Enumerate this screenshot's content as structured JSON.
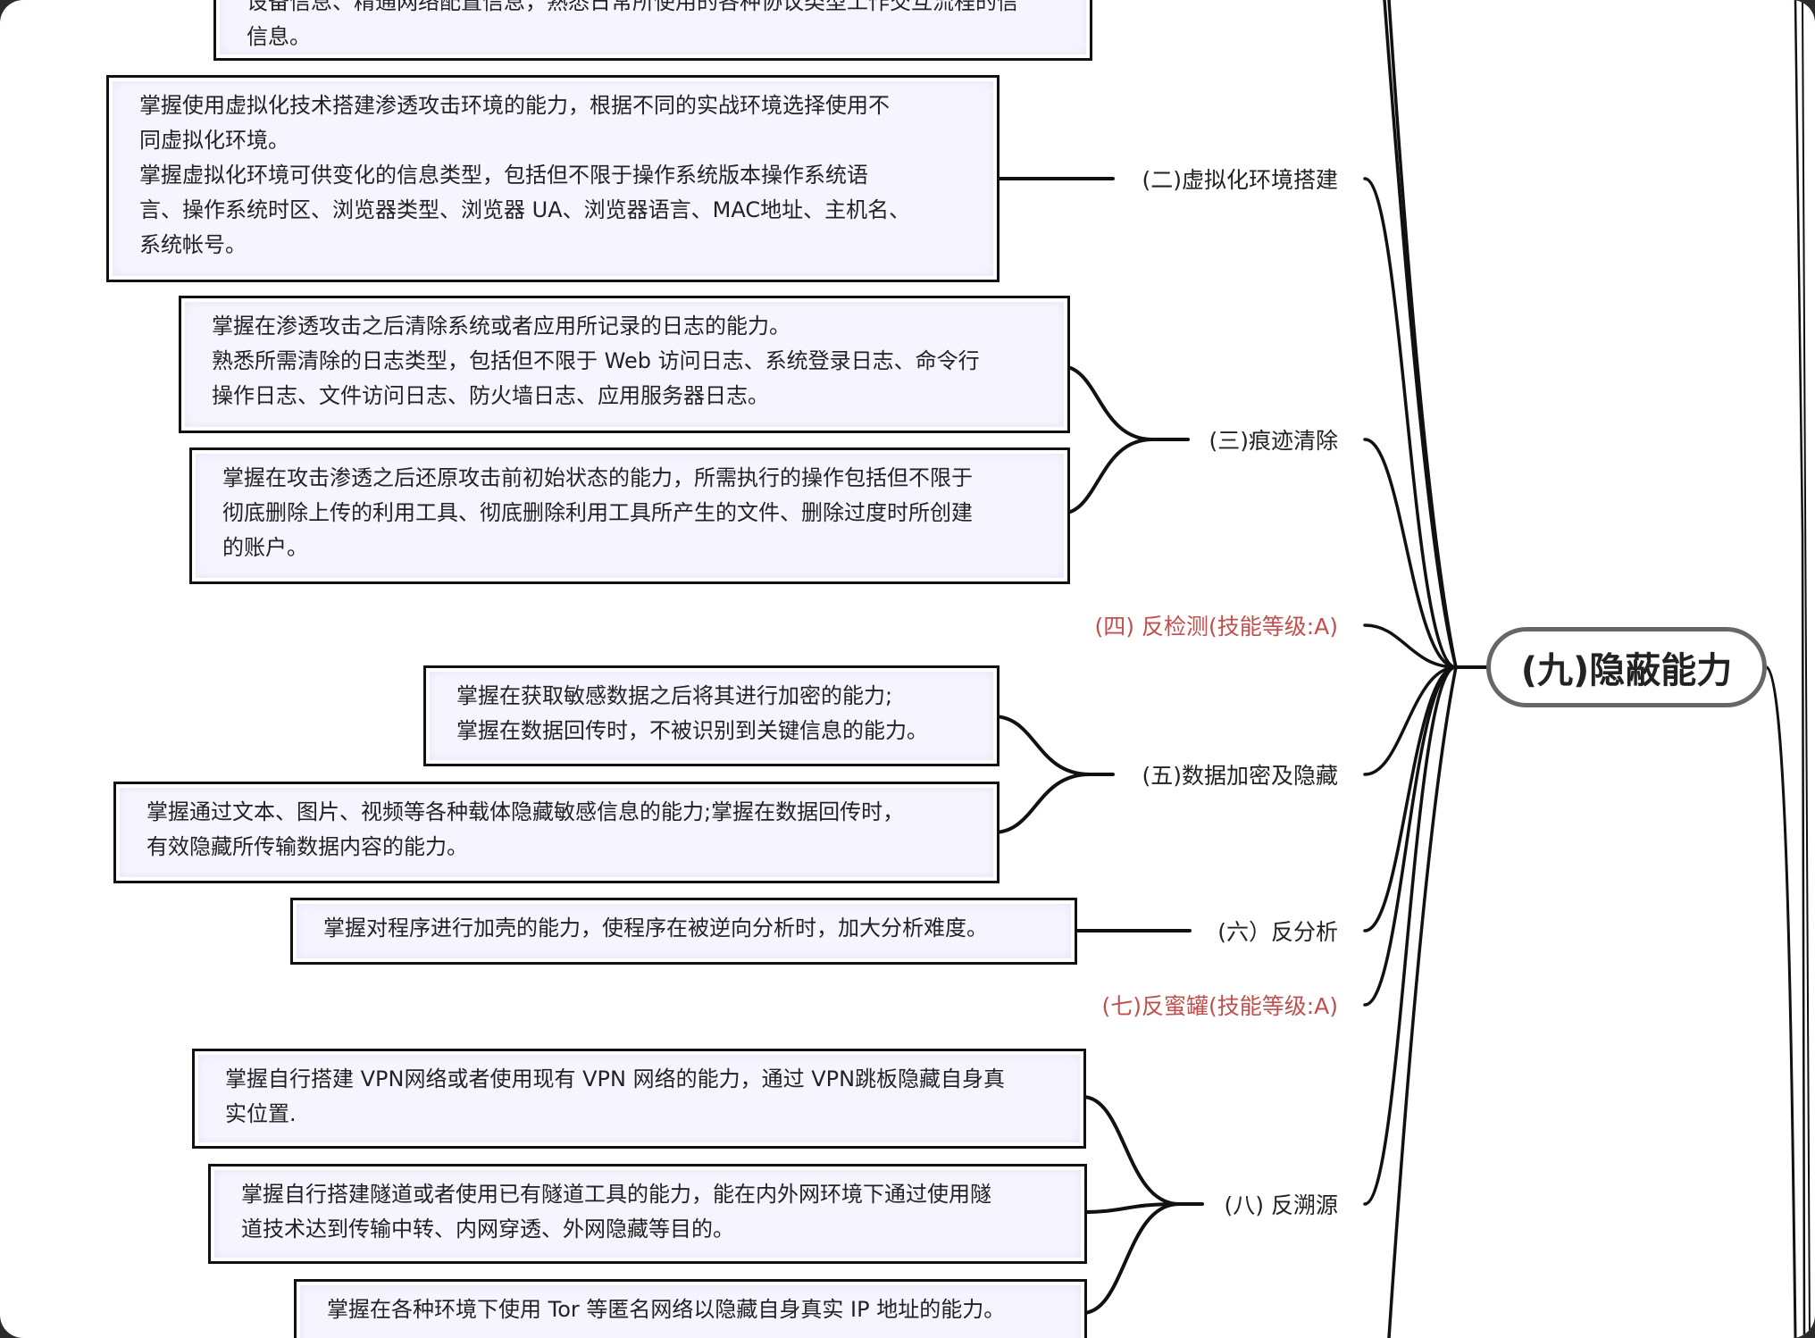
{
  "center": "(九)隐蔽能力",
  "top_partial": {
    "lines": [
      "设备信息、精通网络配置信息，熟悉日常所使用的各种协议类型工作交互流程的信",
      "信息。"
    ]
  },
  "branches": [
    {
      "key": "virtualization",
      "label": "(二)虚拟化环境搭建",
      "highlight": false,
      "boxes": [
        {
          "lines": [
            "掌握使用虚拟化技术搭建渗透攻击环境的能力，根据不同的实战环境选择使用不",
            "同虚拟化环境。",
            "掌握虚拟化环境可供变化的信息类型，包括但不限于操作系统版本操作系统语",
            "言、操作系统时区、浏览器类型、浏览器 UA、浏览器语言、MAC地址、主机名、",
            "系统帐号。"
          ]
        }
      ]
    },
    {
      "key": "trace-clear",
      "label": "(三)痕迹清除",
      "highlight": false,
      "boxes": [
        {
          "lines": [
            "掌握在渗透攻击之后清除系统或者应用所记录的日志的能力。",
            "熟悉所需清除的日志类型，包括但不限于 Web 访问日志、系统登录日志、命令行",
            "操作日志、文件访问日志、防火墙日志、应用服务器日志。"
          ]
        },
        {
          "lines": [
            "掌握在攻击渗透之后还原攻击前初始状态的能力，所需执行的操作包括但不限于",
            "彻底删除上传的利用工具、彻底删除利用工具所产生的文件、删除过度时所创建",
            "的账户。"
          ]
        }
      ]
    },
    {
      "key": "anti-detection",
      "label": "(四) 反检测(技能等级:A)",
      "highlight": true,
      "boxes": []
    },
    {
      "key": "data-hiding",
      "label": "(五)数据加密及隐藏",
      "highlight": false,
      "boxes": [
        {
          "lines": [
            "掌握在获取敏感数据之后将其进行加密的能力;",
            "掌握在数据回传时，不被识别到关键信息的能力。"
          ]
        },
        {
          "lines": [
            "掌握通过文本、图片、视频等各种载体隐藏敏感信息的能力;掌握在数据回传时，",
            "有效隐藏所传输数据内容的能力。"
          ]
        }
      ]
    },
    {
      "key": "anti-analysis",
      "label": "(六）反分析",
      "highlight": false,
      "boxes": [
        {
          "lines": [
            "掌握对程序进行加壳的能力，使程序在被逆向分析时，加大分析难度。"
          ]
        }
      ]
    },
    {
      "key": "anti-honeypot",
      "label": "(七)反蜜罐(技能等级:A)",
      "highlight": true,
      "boxes": []
    },
    {
      "key": "anti-trace",
      "label": "(八) 反溯源",
      "highlight": false,
      "boxes": [
        {
          "lines": [
            "掌握自行搭建 VPN网络或者使用现有 VPN 网络的能力，通过 VPN跳板隐藏自身真",
            "实位置."
          ]
        },
        {
          "lines": [
            "掌握自行搭建隧道或者使用已有隧道工具的能力，能在内外网环境下通过使用隧",
            "道技术达到传输中转、内网穿透、外网隐藏等目的。"
          ]
        },
        {
          "lines": [
            "掌握在各种环境下使用 Tor 等匿名网络以隐藏自身真实 IP 地址的能力。"
          ]
        }
      ]
    }
  ],
  "colors": {
    "highlight_text": "#c0504d",
    "box_fill": "#f6f5ff",
    "line": "#111111"
  }
}
